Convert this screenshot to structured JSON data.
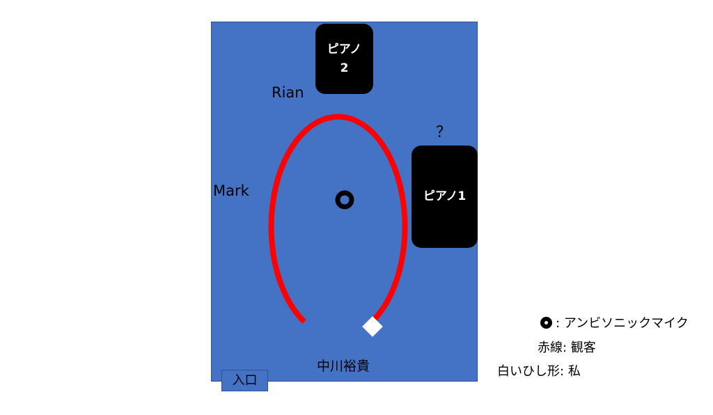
{
  "diagram": {
    "colors": {
      "room": "#4472c4",
      "room_border": "#2f528f",
      "piano": "#000000",
      "audience_line": "#ff0000",
      "me_marker": "#ffffff",
      "mic": "#000000"
    },
    "pianos": [
      {
        "lines": [
          "ピアノ",
          "2"
        ]
      },
      {
        "lines": [
          "ピアノ1"
        ]
      }
    ],
    "people": {
      "rian": "Rian",
      "mark": "Mark",
      "unknown": "？",
      "nakagawa": "中川裕貴"
    },
    "entrance": "入口",
    "icons": {
      "mic": "ring-icon",
      "me": "diamond-icon"
    }
  },
  "legend": {
    "mic": {
      "sep": ":",
      "value": "アンビソニックマイク"
    },
    "audience": {
      "key": "赤線",
      "sep": ":",
      "value": "観客"
    },
    "me": {
      "key": "白いひし形",
      "sep": ":",
      "value": "私"
    }
  }
}
